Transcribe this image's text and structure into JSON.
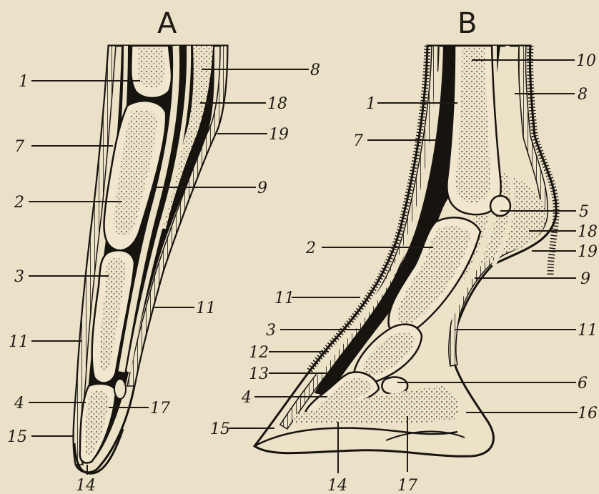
{
  "panels": {
    "a": "A",
    "b": "B"
  },
  "labels_a": {
    "l1": "1",
    "l7": "7",
    "l2": "2",
    "l3": "3",
    "l11a": "11",
    "l4": "4",
    "l15": "15",
    "l14": "14",
    "l8": "8",
    "l18": "18",
    "l19": "19",
    "l9": "9",
    "l11b": "11",
    "l17": "17"
  },
  "labels_b": {
    "l10": "10",
    "l8": "8",
    "l1": "1",
    "l7": "7",
    "l5": "5",
    "l18": "18",
    "l19": "19",
    "l2": "2",
    "l9": "9",
    "l11a": "11",
    "l3": "3",
    "l11b": "11",
    "l12": "12",
    "l13": "13",
    "l6": "6",
    "l4": "4",
    "l16": "16",
    "l15": "15",
    "l14": "14",
    "l17": "17"
  }
}
